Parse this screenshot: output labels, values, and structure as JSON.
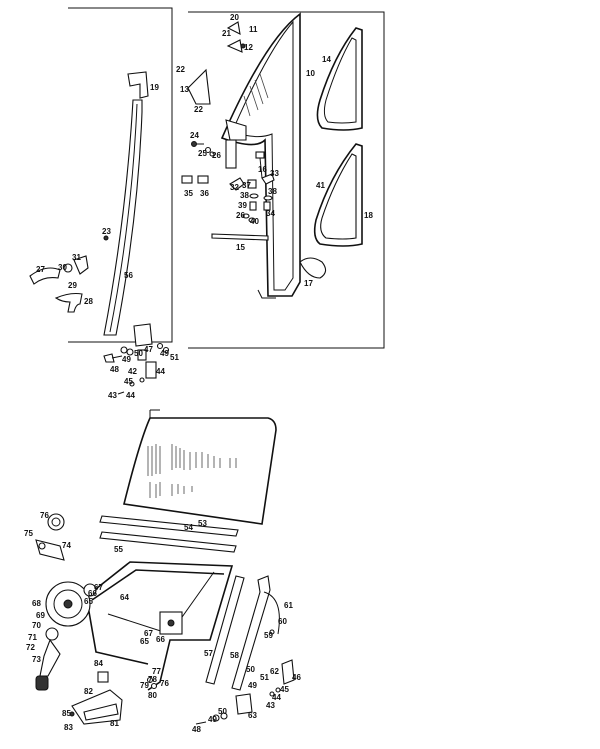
{
  "diagram": {
    "callouts_top": [
      {
        "id": "c19",
        "text": "19"
      },
      {
        "id": "c20",
        "text": "20"
      },
      {
        "id": "c11",
        "text": "11"
      },
      {
        "id": "c21",
        "text": "21"
      },
      {
        "id": "c12",
        "text": "12"
      },
      {
        "id": "c22a",
        "text": "22"
      },
      {
        "id": "c13",
        "text": "13"
      },
      {
        "id": "c22b",
        "text": "22"
      },
      {
        "id": "c10",
        "text": "10"
      },
      {
        "id": "c14",
        "text": "14"
      },
      {
        "id": "c24",
        "text": "24"
      },
      {
        "id": "c25",
        "text": "25"
      },
      {
        "id": "c26a",
        "text": "26"
      },
      {
        "id": "c16",
        "text": "16"
      },
      {
        "id": "c41",
        "text": "41"
      },
      {
        "id": "c18",
        "text": "18"
      },
      {
        "id": "c33",
        "text": "33"
      },
      {
        "id": "c32",
        "text": "32"
      },
      {
        "id": "c37",
        "text": "37"
      },
      {
        "id": "c35",
        "text": "35"
      },
      {
        "id": "c36",
        "text": "36"
      },
      {
        "id": "c38a",
        "text": "38"
      },
      {
        "id": "c38b",
        "text": "38"
      },
      {
        "id": "c39",
        "text": "39"
      },
      {
        "id": "c34",
        "text": "34"
      },
      {
        "id": "c26b",
        "text": "26"
      },
      {
        "id": "c40",
        "text": "40"
      },
      {
        "id": "c23",
        "text": "23"
      },
      {
        "id": "c15",
        "text": "15"
      },
      {
        "id": "c31",
        "text": "31"
      },
      {
        "id": "c27",
        "text": "27"
      },
      {
        "id": "c30",
        "text": "30"
      },
      {
        "id": "c56",
        "text": "56"
      },
      {
        "id": "c29",
        "text": "29"
      },
      {
        "id": "c17",
        "text": "17"
      },
      {
        "id": "c28",
        "text": "28"
      },
      {
        "id": "c47",
        "text": "47"
      },
      {
        "id": "c50a",
        "text": "50"
      },
      {
        "id": "c49a",
        "text": "49"
      },
      {
        "id": "c51a",
        "text": "51"
      },
      {
        "id": "c49b",
        "text": "49"
      },
      {
        "id": "c48a",
        "text": "48"
      },
      {
        "id": "c42",
        "text": "42"
      },
      {
        "id": "c44a",
        "text": "44"
      },
      {
        "id": "c45a",
        "text": "45"
      },
      {
        "id": "c43a",
        "text": "43"
      },
      {
        "id": "c44b",
        "text": "44"
      }
    ],
    "callouts_bottom": [
      {
        "id": "c76",
        "text": "76"
      },
      {
        "id": "c75",
        "text": "75"
      },
      {
        "id": "c74",
        "text": "74"
      },
      {
        "id": "c54",
        "text": "54"
      },
      {
        "id": "c53",
        "text": "53"
      },
      {
        "id": "c55",
        "text": "55"
      },
      {
        "id": "c68",
        "text": "68"
      },
      {
        "id": "c67a",
        "text": "67"
      },
      {
        "id": "c66a",
        "text": "66"
      },
      {
        "id": "c65a",
        "text": "65"
      },
      {
        "id": "c64",
        "text": "64"
      },
      {
        "id": "c69",
        "text": "69"
      },
      {
        "id": "c70",
        "text": "70"
      },
      {
        "id": "c61",
        "text": "61"
      },
      {
        "id": "c60",
        "text": "60"
      },
      {
        "id": "c59",
        "text": "59"
      },
      {
        "id": "c71",
        "text": "71"
      },
      {
        "id": "c72",
        "text": "72"
      },
      {
        "id": "c73",
        "text": "73"
      },
      {
        "id": "c67b",
        "text": "67"
      },
      {
        "id": "c65b",
        "text": "65"
      },
      {
        "id": "c66b",
        "text": "66"
      },
      {
        "id": "c57",
        "text": "57"
      },
      {
        "id": "c58",
        "text": "58"
      },
      {
        "id": "c84",
        "text": "84"
      },
      {
        "id": "c77",
        "text": "77"
      },
      {
        "id": "c62",
        "text": "62"
      },
      {
        "id": "c46",
        "text": "46"
      },
      {
        "id": "c78",
        "text": "78"
      },
      {
        "id": "c76b",
        "text": "76"
      },
      {
        "id": "c50b",
        "text": "50"
      },
      {
        "id": "c51b",
        "text": "51"
      },
      {
        "id": "c45b",
        "text": "45"
      },
      {
        "id": "c79",
        "text": "79"
      },
      {
        "id": "c80",
        "text": "80"
      },
      {
        "id": "c49c",
        "text": "49"
      },
      {
        "id": "c44c",
        "text": "44"
      },
      {
        "id": "c82",
        "text": "82"
      },
      {
        "id": "c43b",
        "text": "43"
      },
      {
        "id": "c85",
        "text": "85"
      },
      {
        "id": "c83",
        "text": "83"
      },
      {
        "id": "c81",
        "text": "81"
      },
      {
        "id": "c50c",
        "text": "50"
      },
      {
        "id": "c49d",
        "text": "49"
      },
      {
        "id": "c48b",
        "text": "48"
      },
      {
        "id": "c63",
        "text": "63"
      }
    ]
  }
}
